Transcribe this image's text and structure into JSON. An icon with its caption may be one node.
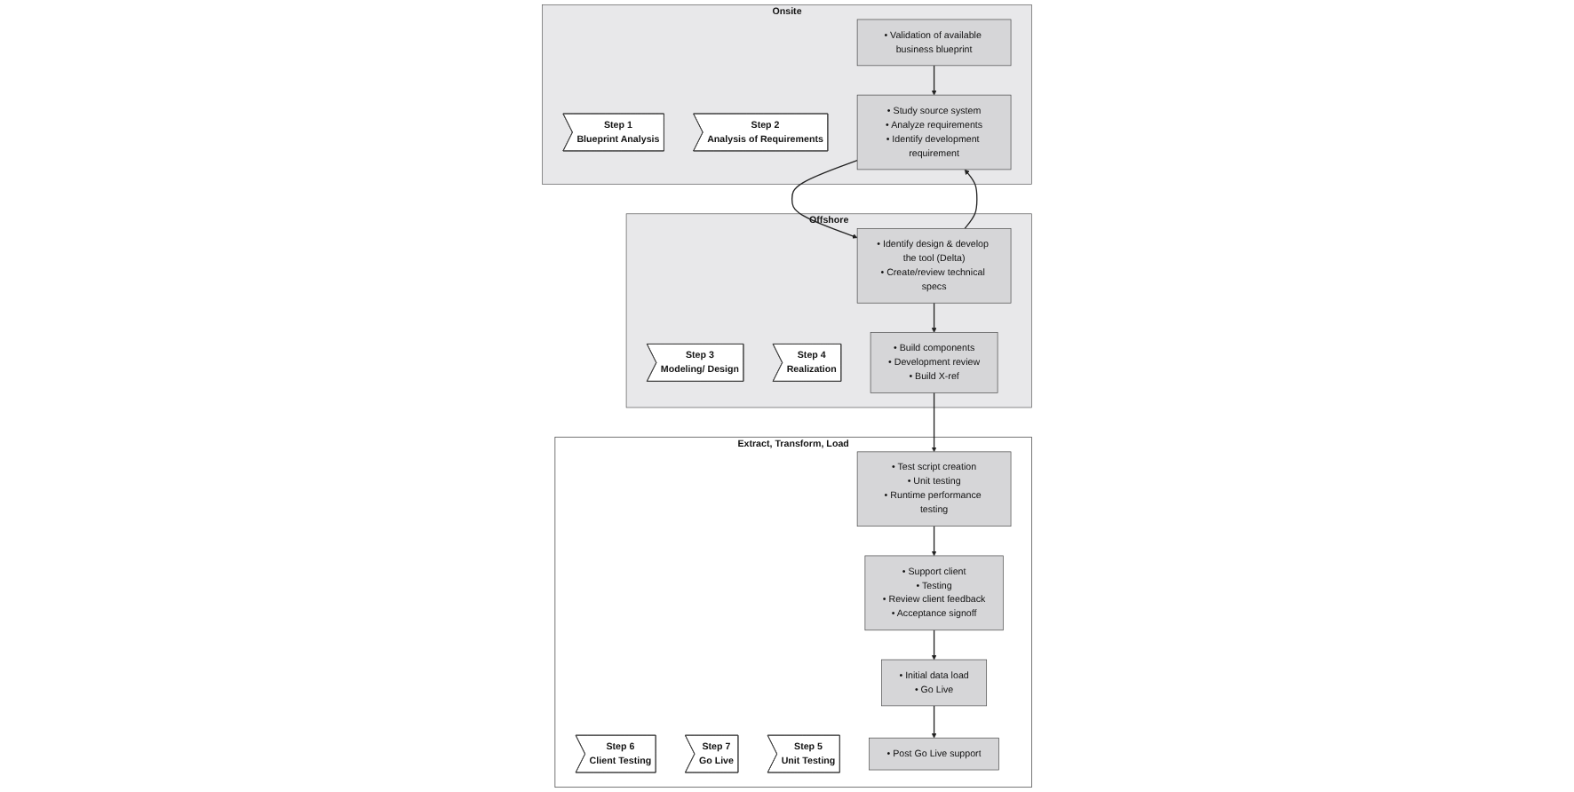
{
  "diagram": {
    "nodes": [
      {
        "text": [
          "Onsite"
        ]
      },
      {
        "text": [
          "Step 1",
          "Blueprint Analysis"
        ],
        "in": 0
      },
      {
        "text": [
          "Step 2",
          "Analysis of Requirements"
        ],
        "in": 0
      },
      {
        "text": [
          "• Validation of available business blueprint"
        ],
        "in": 0
      },
      {
        "text": [
          "• Study source system",
          "• Analyze requirements",
          "• Identify development requirement"
        ],
        "in": 0
      },
      {
        "text": [
          "Extract, Transform, Load"
        ]
      },
      {
        "text": [
          "Step 6",
          "Client Testing"
        ],
        "in": 5
      },
      {
        "text": [
          "Step 7",
          "Go Live"
        ],
        "in": 5
      },
      {
        "text": [
          "• Support client",
          "• Testing",
          "• Review client feedback",
          "• Acceptance signoff"
        ],
        "in": 5
      },
      {
        "text": [
          "• Initial data load",
          "• Go Live"
        ],
        "in": 5
      },
      {
        "text": [
          "Offshore"
        ]
      },
      {
        "text": [
          "Step 3",
          "Modeling/ Design"
        ],
        "in": 10
      },
      {
        "text": [
          "Step 4",
          "Realization"
        ],
        "in": 10
      },
      {
        "text": [
          "Step 5",
          "Unit Testing"
        ],
        "in": 5
      },
      {
        "text": [
          "• Identify design & develop the tool (Delta)",
          "• Create/review technical specs"
        ],
        "in": 10
      },
      {
        "text": [
          "• Build components",
          "• Development review",
          "• Build X-ref"
        ],
        "in": 10
      },
      {
        "text": [
          "• Test script creation",
          "• Unit testing",
          "• Runtime performance testing"
        ],
        "in": 5
      },
      {
        "text": [
          "• Post Go Live support"
        ],
        "in": 5
      }
    ],
    "edges": [
      {
        "from": 3,
        "to": 4,
        "arrow": "to"
      },
      {
        "from": 4,
        "to": 14,
        "arrow": "to"
      },
      {
        "from": 14,
        "to": 4,
        "arrow": "to"
      },
      {
        "from": 14,
        "to": 15,
        "arrow": "to"
      },
      {
        "from": 15,
        "to": 16,
        "arrow": "to"
      },
      {
        "from": 16,
        "to": 8,
        "arrow": "to"
      },
      {
        "from": 8,
        "to": 9,
        "arrow": "to"
      },
      {
        "from": 9,
        "to": 17,
        "arrow": "to"
      }
    ]
  }
}
